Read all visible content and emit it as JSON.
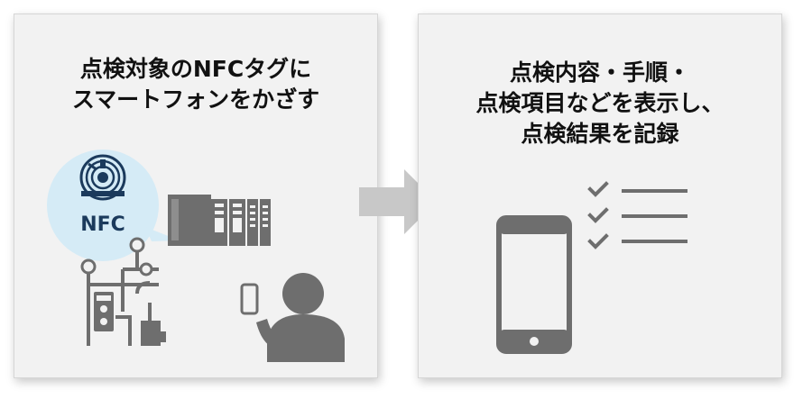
{
  "left_panel": {
    "caption_lines": [
      "点検対象のNFCタグに",
      "スマートフォンをかざす"
    ],
    "nfc_badge_label": "NFC"
  },
  "right_panel": {
    "caption_lines": [
      "点検内容・手順・",
      "点検項目などを表示し、",
      "点検結果を記録"
    ]
  },
  "colors": {
    "panel_bg": "#f2f2f2",
    "icon_gray": "#6e6e6e",
    "nfc_bubble": "#d5ebf6",
    "nfc_navy": "#1b3a5c",
    "arrow_gray": "#c8c8c8"
  }
}
